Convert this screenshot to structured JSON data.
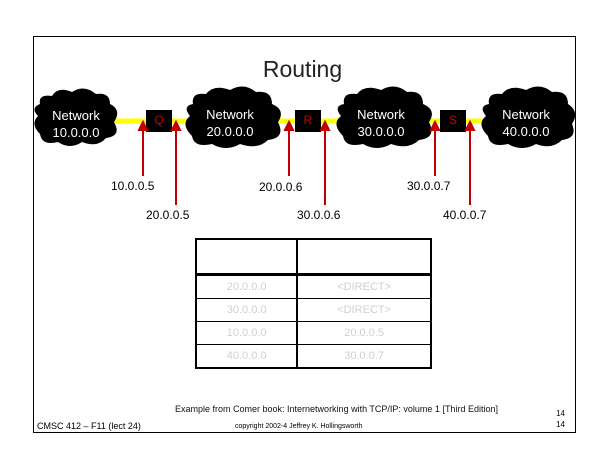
{
  "slide": {
    "title": "Routing",
    "caption": "Example from Comer book: Internetworking with TCP/IP: volume 1 [Third Edition]",
    "footer_left": "CMSC 412 – F11 (lect 24)",
    "footer_mid": "copyright  2002-4 Jeffrey K. Hollingsworth",
    "page_number_top": "14",
    "page_number_bottom": "14"
  },
  "diagram": {
    "networks": [
      {
        "label": "Network",
        "address": "10.0.0.0"
      },
      {
        "label": "Network",
        "address": "20.0.0.0"
      },
      {
        "label": "Network",
        "address": "30.0.0.0"
      },
      {
        "label": "Network",
        "address": "40.0.0.0"
      }
    ],
    "routers": [
      "Q",
      "R",
      "S"
    ],
    "interface_addresses": [
      "10.0.0.5",
      "20.0.0.5",
      "20.0.0.6",
      "30.0.0.6",
      "30.0.0.7",
      "40.0.0.7"
    ],
    "colors": {
      "link": "#ffff00",
      "cloud": "#000000",
      "router": "#000000",
      "router_label": "#d00000"
    }
  },
  "routing_table": {
    "headers": [
      "",
      ""
    ],
    "rows": [
      [
        "20.0.0.0",
        "<DIRECT>"
      ],
      [
        "30.0.0.0",
        "<DIRECT>"
      ],
      [
        "10.0.0.0",
        "20.0.0.5"
      ],
      [
        "40.0.0.0",
        "30.0.0.7"
      ]
    ]
  }
}
